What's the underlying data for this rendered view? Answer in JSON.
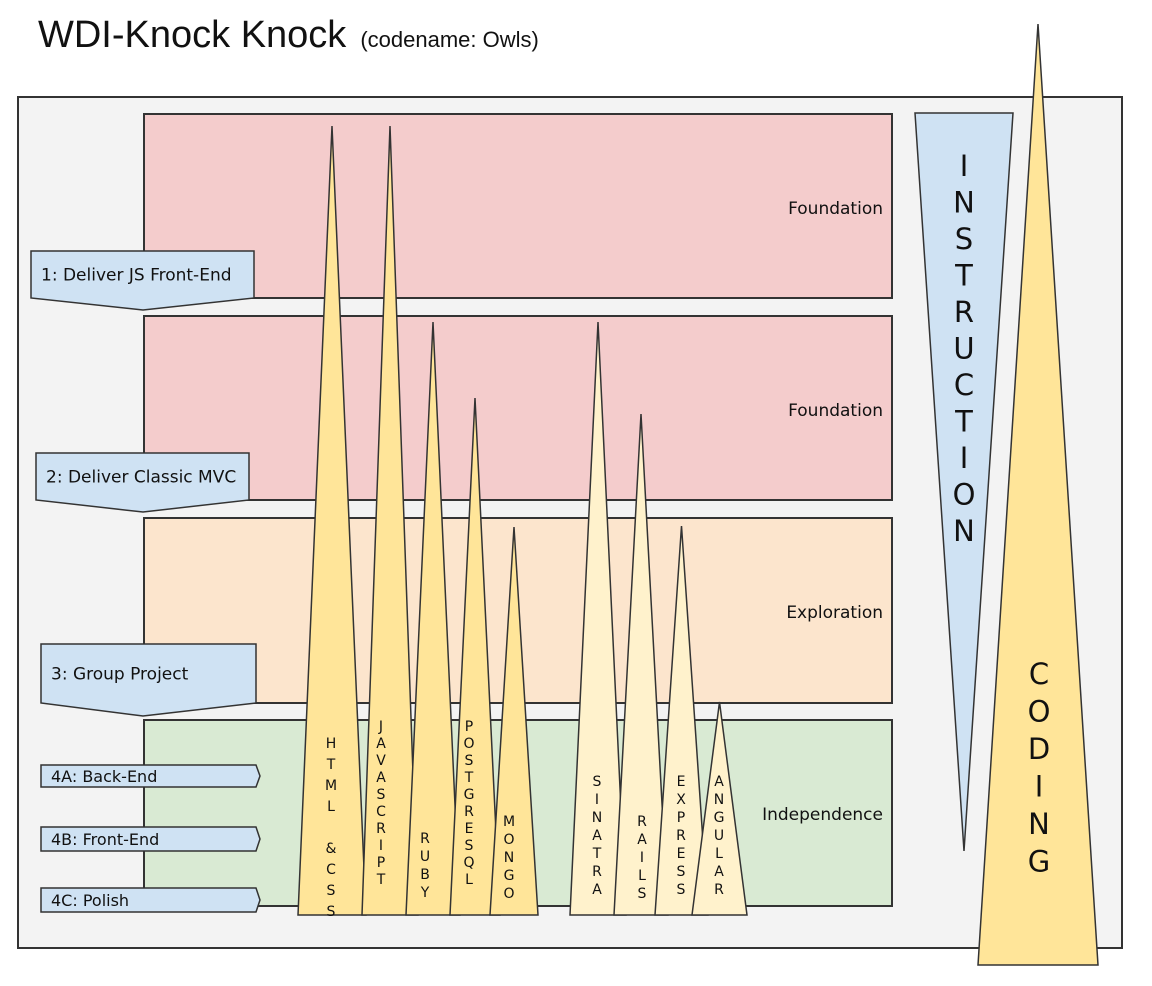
{
  "title": {
    "main": "WDI-Knock Knock",
    "codename": "(codename: Owls)"
  },
  "colors": {
    "board": "#f3f3f3",
    "foundation": "#f4cccc",
    "exploration": "#fce5cd",
    "independence": "#d9ead3",
    "language_triangle": "#ffe599",
    "framework_triangle": "#fff2cc",
    "instruction": "#cfe2f3",
    "coding": "#ffe599",
    "milestone": "#cfe2f3"
  },
  "phases": [
    {
      "label": "Foundation"
    },
    {
      "label": "Foundation"
    },
    {
      "label": "Exploration"
    },
    {
      "label": "Independence"
    }
  ],
  "milestones": [
    {
      "label": "1: Deliver JS Front-End"
    },
    {
      "label": "2: Deliver Classic MVC"
    },
    {
      "label": "3: Group Project"
    },
    {
      "label": "4A: Back-End"
    },
    {
      "label": "4B: Front-End"
    },
    {
      "label": "4C: Polish"
    }
  ],
  "technologies": [
    {
      "letters": [
        "H",
        "T",
        "M",
        "L",
        "",
        "&",
        "C",
        "S",
        "S"
      ],
      "kind": "language"
    },
    {
      "letters": [
        "J",
        "A",
        "V",
        "A",
        "S",
        "C",
        "R",
        "I",
        "P",
        "T"
      ],
      "kind": "language"
    },
    {
      "letters": [
        "R",
        "U",
        "B",
        "Y"
      ],
      "kind": "language"
    },
    {
      "letters": [
        "P",
        "O",
        "S",
        "T",
        "G",
        "R",
        "E",
        "S",
        "Q",
        "L"
      ],
      "kind": "language"
    },
    {
      "letters": [
        "M",
        "O",
        "N",
        "G",
        "O"
      ],
      "kind": "language"
    },
    {
      "letters": [
        "S",
        "I",
        "N",
        "A",
        "T",
        "R",
        "A"
      ],
      "kind": "framework"
    },
    {
      "letters": [
        "R",
        "A",
        "I",
        "L",
        "S"
      ],
      "kind": "framework"
    },
    {
      "letters": [
        "E",
        "X",
        "P",
        "R",
        "E",
        "S",
        "S"
      ],
      "kind": "framework"
    },
    {
      "letters": [
        "A",
        "N",
        "G",
        "U",
        "L",
        "A",
        "R"
      ],
      "kind": "framework"
    }
  ],
  "instruction": {
    "letters": [
      "I",
      "N",
      "S",
      "T",
      "R",
      "U",
      "C",
      "T",
      "I",
      "O",
      "N"
    ]
  },
  "coding": {
    "letters": [
      "C",
      "O",
      "D",
      "I",
      "N",
      "G"
    ]
  }
}
